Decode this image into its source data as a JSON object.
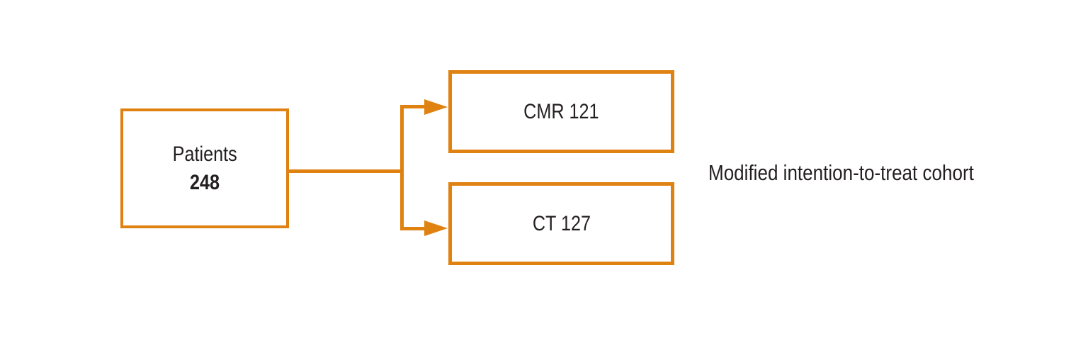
{
  "colors": {
    "accent": "#E08212",
    "text": "#231F20",
    "background": "#FFFFFF"
  },
  "flowchart": {
    "source": {
      "title": "Patients",
      "n": "248"
    },
    "arms": [
      {
        "label": "CMR 121"
      },
      {
        "label": "CT 127"
      }
    ],
    "note": "Modified intention-to-treat cohort"
  }
}
